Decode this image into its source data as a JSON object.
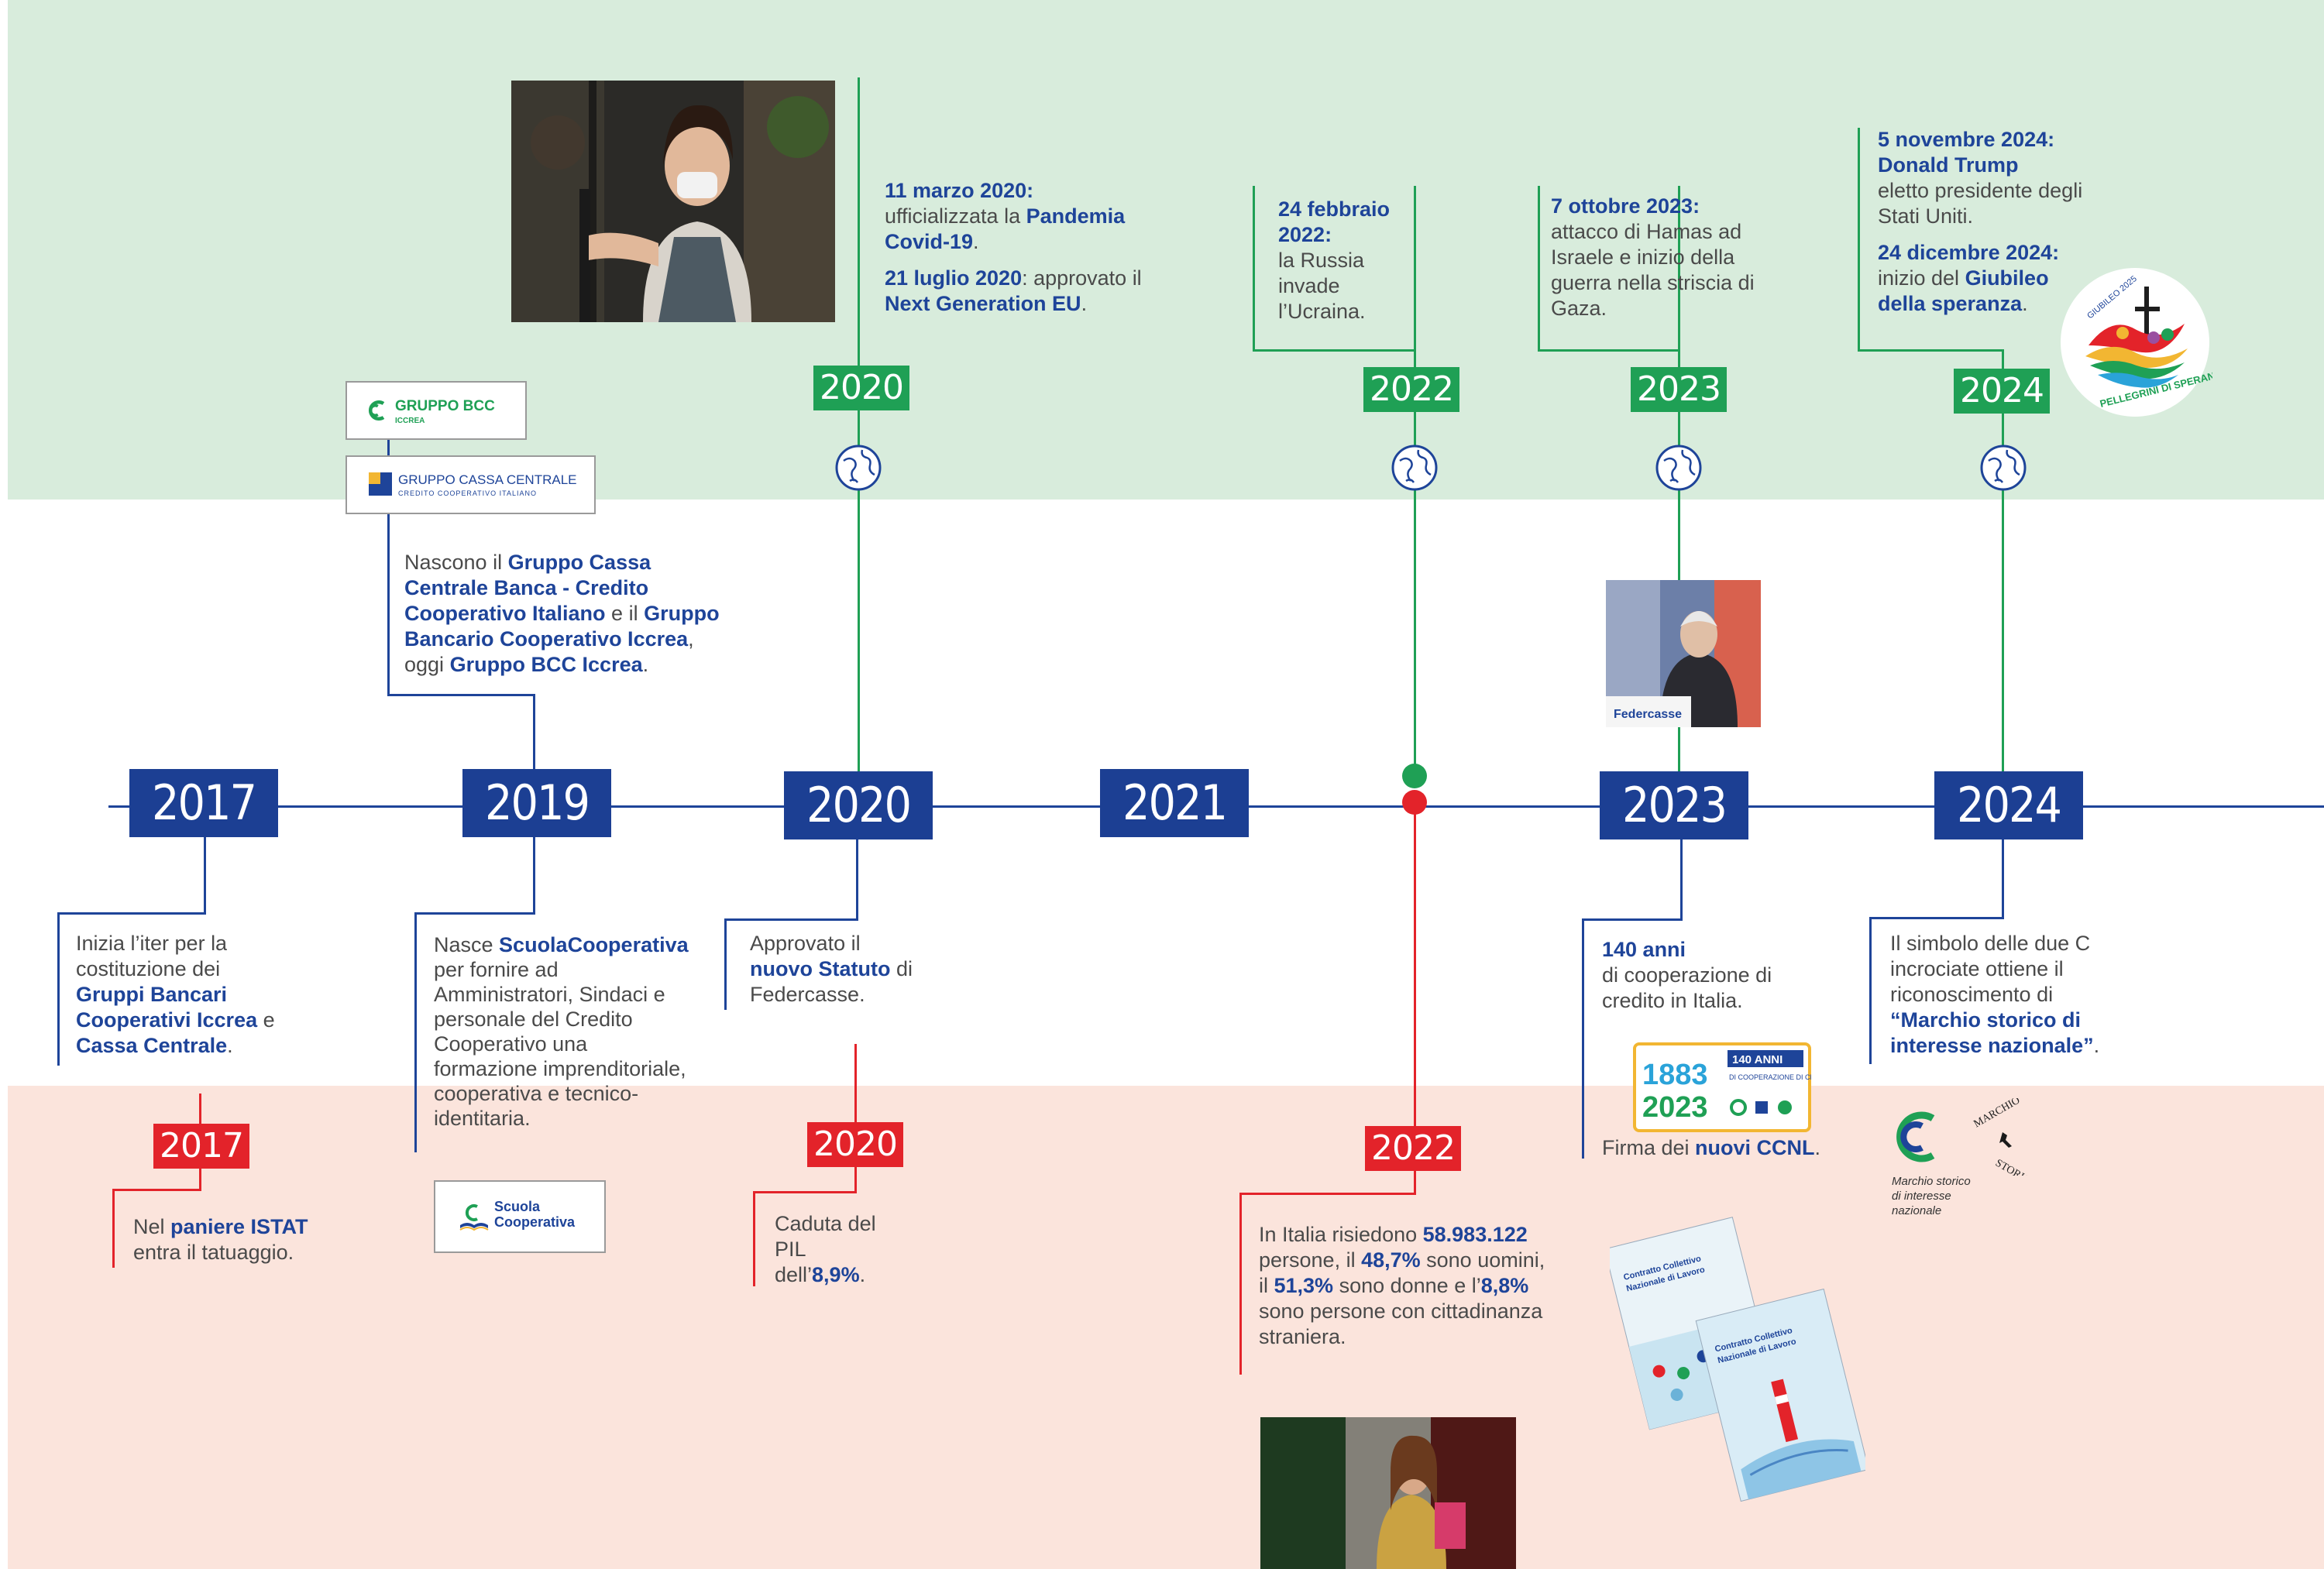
{
  "colors": {
    "blue": "#1e4499",
    "green": "#1fa055",
    "red": "#e3232a",
    "top_band": "#d8ecdc",
    "bottom_band": "#fbe4dc"
  },
  "years": {
    "y2017": "2017",
    "y2019": "2019",
    "y2020": "2020",
    "y2021": "2021",
    "y2023": "2023",
    "y2024": "2024"
  },
  "world_tags": {
    "t2020": "2020",
    "t2022": "2022",
    "t2023": "2023",
    "t2024": "2024"
  },
  "italy_tags": {
    "t2017": "2017",
    "t2020": "2020",
    "t2022": "2022"
  },
  "logos": {
    "bcc_name": "GRUPPO BCC",
    "bcc_sub": "ICCREA",
    "cassa_name": "GRUPPO CASSA CENTRALE",
    "cassa_sub": "CREDITO COOPERATIVO ITALIANO",
    "scuola_1": "Scuola",
    "scuola_2": "Cooperativa",
    "giubileo_arc": "GIUBILEO 2025",
    "giubileo_sub": "PELLEGRINI DI SPERANZA",
    "badge_years_a": "1883",
    "badge_years_b": "2023",
    "badge_title": "140 ANNI",
    "badge_sub": "DI COOPERAZIONE DI CREDITO",
    "marchio_arc_a": "MARCHIO",
    "marchio_arc_b": "STORICO",
    "marchio_caption": "Marchio storico di interesse nazionale",
    "ccnl_title": "Contratto Collettivo Nazionale di Lavoro",
    "federcasse": "Federcasse"
  },
  "world": {
    "e2020": {
      "d1": "11 marzo 2020:",
      "t1": "ufficializzata la ",
      "h1": "Pandemia Covid-19",
      "p1": ".",
      "d2": "21 luglio 2020",
      "t2": ": approvato il ",
      "h2": "Next Generation EU",
      "p2": "."
    },
    "e2022": {
      "d": "24 febbraio 2022:",
      "t": "la Russia invade l’Ucraina."
    },
    "e2023": {
      "d": "7 ottobre 2023:",
      "t": "attacco di Hamas ad Israele e inizio della guerra nella striscia di Gaza."
    },
    "e2024": {
      "d1": "5 novembre 2024:",
      "h1": "Donald Trump",
      "t1": "eletto presidente degli Stati Uniti.",
      "d2": "24 dicembre 2024:",
      "t2": "inizio del ",
      "h2": "Giubileo della speranza",
      "p2": "."
    }
  },
  "coop": {
    "e2017": {
      "t1": "Inizia l’iter per la costituzione dei ",
      "h1": "Gruppi Bancari Cooperativi Iccrea",
      "t2": " e ",
      "h2": "Cassa Centrale",
      "p": "."
    },
    "e2019a": {
      "t1": "Nascono il ",
      "h1": "Gruppo Cassa Centrale Banca - Credito Cooperativo Italiano",
      "t2": " e il ",
      "h2": "Gruppo Bancario Cooperativo Iccrea",
      "t3": ", oggi ",
      "h3": "Gruppo BCC Iccrea",
      "p": "."
    },
    "e2019b": {
      "t1": "Nasce ",
      "h1": "ScuolaCooperativa",
      "t2": " per fornire ad Amministratori, Sindaci e personale del Credito Cooperativo una formazione imprenditoriale, cooperativa e tecnico-identitaria."
    },
    "e2020": {
      "t1": "Approvato il ",
      "h1": "nuovo Statuto",
      "t2": " di Federcasse."
    },
    "e2023a": {
      "h1": "140 anni",
      "t1": "di cooperazione di credito in Italia."
    },
    "e2023b": {
      "t1": "Firma dei ",
      "h1": "nuovi CCNL",
      "p": "."
    },
    "e2024": {
      "t1": "Il simbolo delle due C incrociate ottiene il riconoscimento di ",
      "h1": "“Marchio storico di interesse nazionale”",
      "p": "."
    }
  },
  "italy": {
    "e2017": {
      "t1": "Nel ",
      "h1": "paniere ISTAT",
      "t2": " entra il tatuaggio."
    },
    "e2020": {
      "t1": "Caduta del PIL dell’",
      "h1": "8,9%",
      "p": "."
    },
    "e2022": {
      "t1": "In Italia risiedono ",
      "h1": "58.983.122",
      "t2": " persone, il ",
      "h2": "48,7%",
      "t3": " sono uomini, il ",
      "h3": "51,3%",
      "t4": " sono donne e l’",
      "h4": "8,8%",
      "t5": " sono persone con cittadinanza straniera."
    }
  }
}
